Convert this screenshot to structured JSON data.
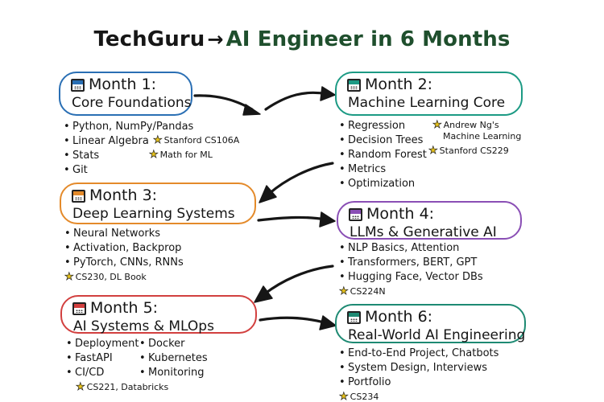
{
  "header": {
    "brand": "TechGuru",
    "arrow": "→",
    "goal": "AI Engineer in 6 Months"
  },
  "months": [
    {
      "label": "Month 1:",
      "topic": "Core Foundations",
      "accent": "#2a6fb4",
      "items": [
        "Python, NumPy/Pandas",
        "Linear Algebra",
        "Stats",
        "Git"
      ],
      "resources": [
        "Stanford CS106A",
        "Math for ML"
      ]
    },
    {
      "label": "Month 2:",
      "topic": "Machine Learning Core",
      "accent": "#1c9a84",
      "items": [
        "Regression",
        "Decision Trees",
        "Random Forest",
        "Metrics",
        "Optimization"
      ],
      "resources": [
        "Andrew Ng's",
        "Machine Learning",
        "Stanford CS229"
      ]
    },
    {
      "label": "Month 3:",
      "topic": "Deep Learning Systems",
      "accent": "#e48a2a",
      "items": [
        "Neural Networks",
        "Activation, Backprop",
        "PyTorch, CNNs, RNNs"
      ],
      "resources": [
        "CS230, DL Book"
      ]
    },
    {
      "label": "Month 4:",
      "topic": "LLMs & Generative AI",
      "accent": "#8a4fb5",
      "items": [
        "NLP Basics, Attention",
        "Transformers, BERT, GPT",
        "Hugging Face, Vector DBs"
      ],
      "resources": [
        "CS224N"
      ]
    },
    {
      "label": "Month 5:",
      "topic": "AI Systems & MLOps",
      "accent": "#d2403f",
      "items": [
        "Deployment",
        "Docker",
        "FastAPI",
        "Kubernetes",
        "CI/CD",
        "Monitoring"
      ],
      "resources": [
        "CS221, Databricks"
      ]
    },
    {
      "label": "Month 6:",
      "topic": "Real-World AI Engineering",
      "accent": "#1e8a73",
      "items": [
        "End-to-End Project, Chatbots",
        "System Design, Interviews",
        "Portfolio"
      ],
      "resources": [
        "CS234"
      ]
    }
  ],
  "colors": {
    "title_goal": "#1f4f2d",
    "arrow": "#161616",
    "star": "#e7c21a"
  },
  "icons": {
    "month_heading": "calendar-icon",
    "resource": "star-icon"
  }
}
